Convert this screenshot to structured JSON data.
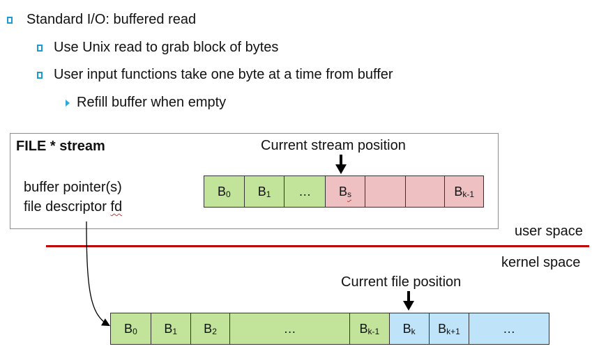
{
  "bullets": {
    "l1": "Standard I/O: buffered read",
    "l2a": "Use Unix read to grab block of bytes",
    "l2b": "User input functions take one byte at a time from buffer",
    "l3": "Refill buffer when empty"
  },
  "file_box": {
    "title": "FILE * stream",
    "line1": "buffer pointer(s)",
    "line2_prefix": "file descriptor ",
    "line2_fd": "fd"
  },
  "stream_label": "Current stream position",
  "stream_cells": [
    {
      "base": "B",
      "sub": "0",
      "fill": "green"
    },
    {
      "base": "B",
      "sub": "1",
      "fill": "green"
    },
    {
      "base": "…",
      "sub": "",
      "fill": "green"
    },
    {
      "base": "B",
      "sub": "s",
      "fill": "pink"
    },
    {
      "base": "",
      "sub": "",
      "fill": "pink"
    },
    {
      "base": "",
      "sub": "",
      "fill": "pink"
    },
    {
      "base": "B",
      "sub": "k-1",
      "fill": "pink"
    }
  ],
  "user_space": "user space",
  "kernel_space": "kernel space",
  "file_label": "Current file position",
  "file_cells": [
    {
      "base": "B",
      "sub": "0",
      "fill": "green"
    },
    {
      "base": "B",
      "sub": "1",
      "fill": "green"
    },
    {
      "base": "B",
      "sub": "2",
      "fill": "green"
    },
    {
      "base": "…",
      "sub": "",
      "fill": "green"
    },
    {
      "base": "B",
      "sub": "k-1",
      "fill": "green"
    },
    {
      "base": "B",
      "sub": "k",
      "fill": "blue"
    },
    {
      "base": "B",
      "sub": "k+1",
      "fill": "blue"
    },
    {
      "base": "…",
      "sub": "",
      "fill": "blue"
    }
  ],
  "colors": {
    "green": "#c1e39a",
    "pink": "#eec0c2",
    "blue": "#bfe3f8",
    "separator": "#c00000",
    "bullet": "#1a9ad6"
  }
}
